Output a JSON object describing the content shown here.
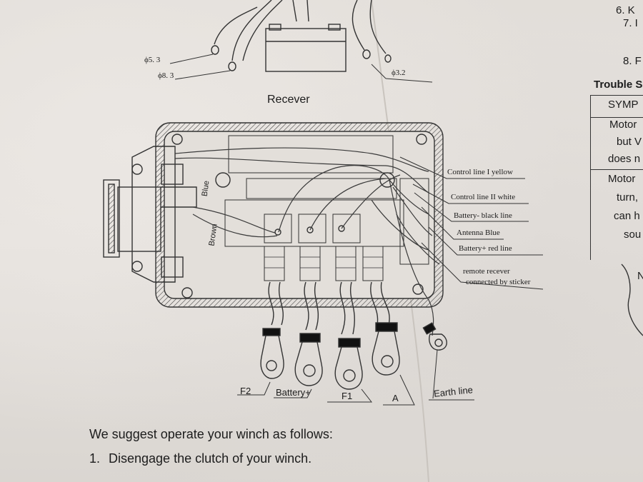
{
  "top_labels": {
    "phi53": "ϕ5. 3",
    "phi83": "ϕ8. 3",
    "phi32": "ϕ3.2"
  },
  "receiver_title": "Recever",
  "box_labels": {
    "blue": "Blue",
    "brown": "Brown"
  },
  "callouts": [
    "Control line I yellow",
    "Control line II white",
    "Battery-  black line",
    "Antenna Blue",
    "Battery+ red line",
    "remote recever",
    "connected by sticker"
  ],
  "terminals": [
    "F2",
    "Battery+",
    "F1",
    "A",
    "Earth line"
  ],
  "instructions": {
    "heading": "We suggest operate your winch as follows:",
    "step1_num": "1.",
    "step1_text": "Disengage the clutch of your winch."
  },
  "right_column": {
    "items": [
      "6.  K",
      "7.  I",
      "8.  F"
    ],
    "trouble_heading": "Trouble S",
    "table": [
      "SYMP",
      "Motor",
      "but V",
      "does n",
      "Motor",
      "turn,",
      "can h",
      "sou"
    ],
    "bottom": "N"
  }
}
